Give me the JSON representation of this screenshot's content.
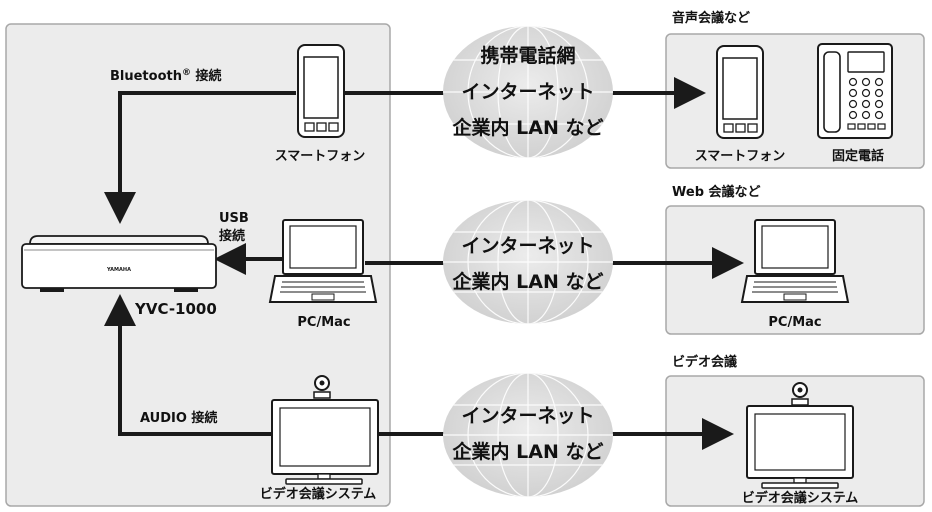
{
  "left_panel": {
    "bluetooth_label": "Bluetooth",
    "bluetooth_reg": "®",
    "bluetooth_suffix": " 接続",
    "smartphone_label": "スマートフォン",
    "usb_label_line1": "USB",
    "usb_label_line2": "接続",
    "pc_label": "PC/Mac",
    "yvc_label": "YVC-1000",
    "speaker_brand": "YAMAHA",
    "audio_label": "AUDIO 接続",
    "video_system_label": "ビデオ会議システム"
  },
  "clouds": [
    {
      "lines": [
        "携帯電話網",
        "インターネット",
        "企業内 LAN など"
      ]
    },
    {
      "lines": [
        "インターネット",
        "企業内 LAN など"
      ]
    },
    {
      "lines": [
        "インターネット",
        "企業内 LAN など"
      ]
    }
  ],
  "right_boxes": [
    {
      "title": "音声会議など",
      "items": [
        "スマートフォン",
        "固定電話"
      ]
    },
    {
      "title": "Web 会議など",
      "items": [
        "PC/Mac"
      ]
    },
    {
      "title": "ビデオ会議",
      "items": [
        "ビデオ会議システム"
      ]
    }
  ],
  "colors": {
    "panel_bg": "#ececec",
    "panel_border": "#a8a8a8",
    "line": "#1a1a1a",
    "cloud_fill": "#d9d9d9",
    "cloud_grid": "#ffffff"
  }
}
